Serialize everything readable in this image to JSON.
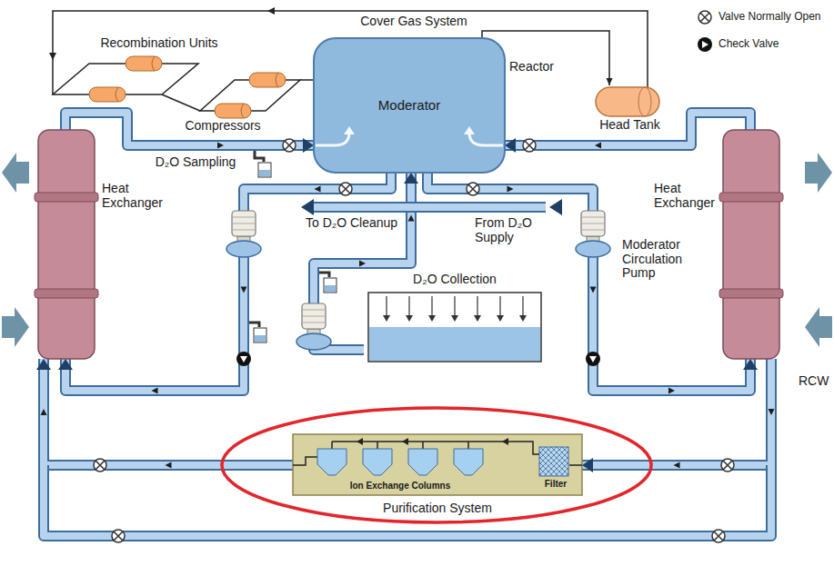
{
  "diagram": {
    "nodes": [
      {
        "text": [
          "Moderator"
        ]
      },
      {
        "text": [
          "Head Tank"
        ]
      },
      {
        "text": [
          "Heat Exchanger"
        ]
      },
      {
        "text": [
          "Heat Exchanger"
        ]
      },
      {
        "text": [
          "D₂O Collection"
        ]
      },
      {
        "text": [
          "Ion Exchange Columns",
          "Purification System"
        ]
      },
      {
        "text": [
          "Filter"
        ],
        "in": 5
      }
    ],
    "edges": [
      {
        "from": 0,
        "to": 2,
        "arrow": "to"
      },
      {
        "from": 2,
        "to": 0,
        "arrow": "to"
      },
      {
        "from": 0,
        "to": 3,
        "arrow": "to"
      },
      {
        "from": 3,
        "to": 0,
        "arrow": "to"
      },
      {
        "from": 0,
        "to": 1,
        "arrow": "to"
      },
      {
        "from": 4,
        "to": 0,
        "arrow": "to"
      },
      {
        "from": 3,
        "to": 5,
        "arrow": "to"
      },
      {
        "from": 5,
        "to": 2,
        "arrow": "to"
      }
    ],
    "labels": [
      "Cover Gas System",
      "Recombination Units",
      "Compressors",
      "Reactor",
      "D₂O Sampling",
      "To D₂O Cleanup",
      "From D₂O Supply",
      "Moderator Circulation Pump",
      "RCW"
    ],
    "legend": [
      {
        "text": "Valve Normally Open"
      },
      {
        "text": "Check Valve"
      }
    ]
  }
}
